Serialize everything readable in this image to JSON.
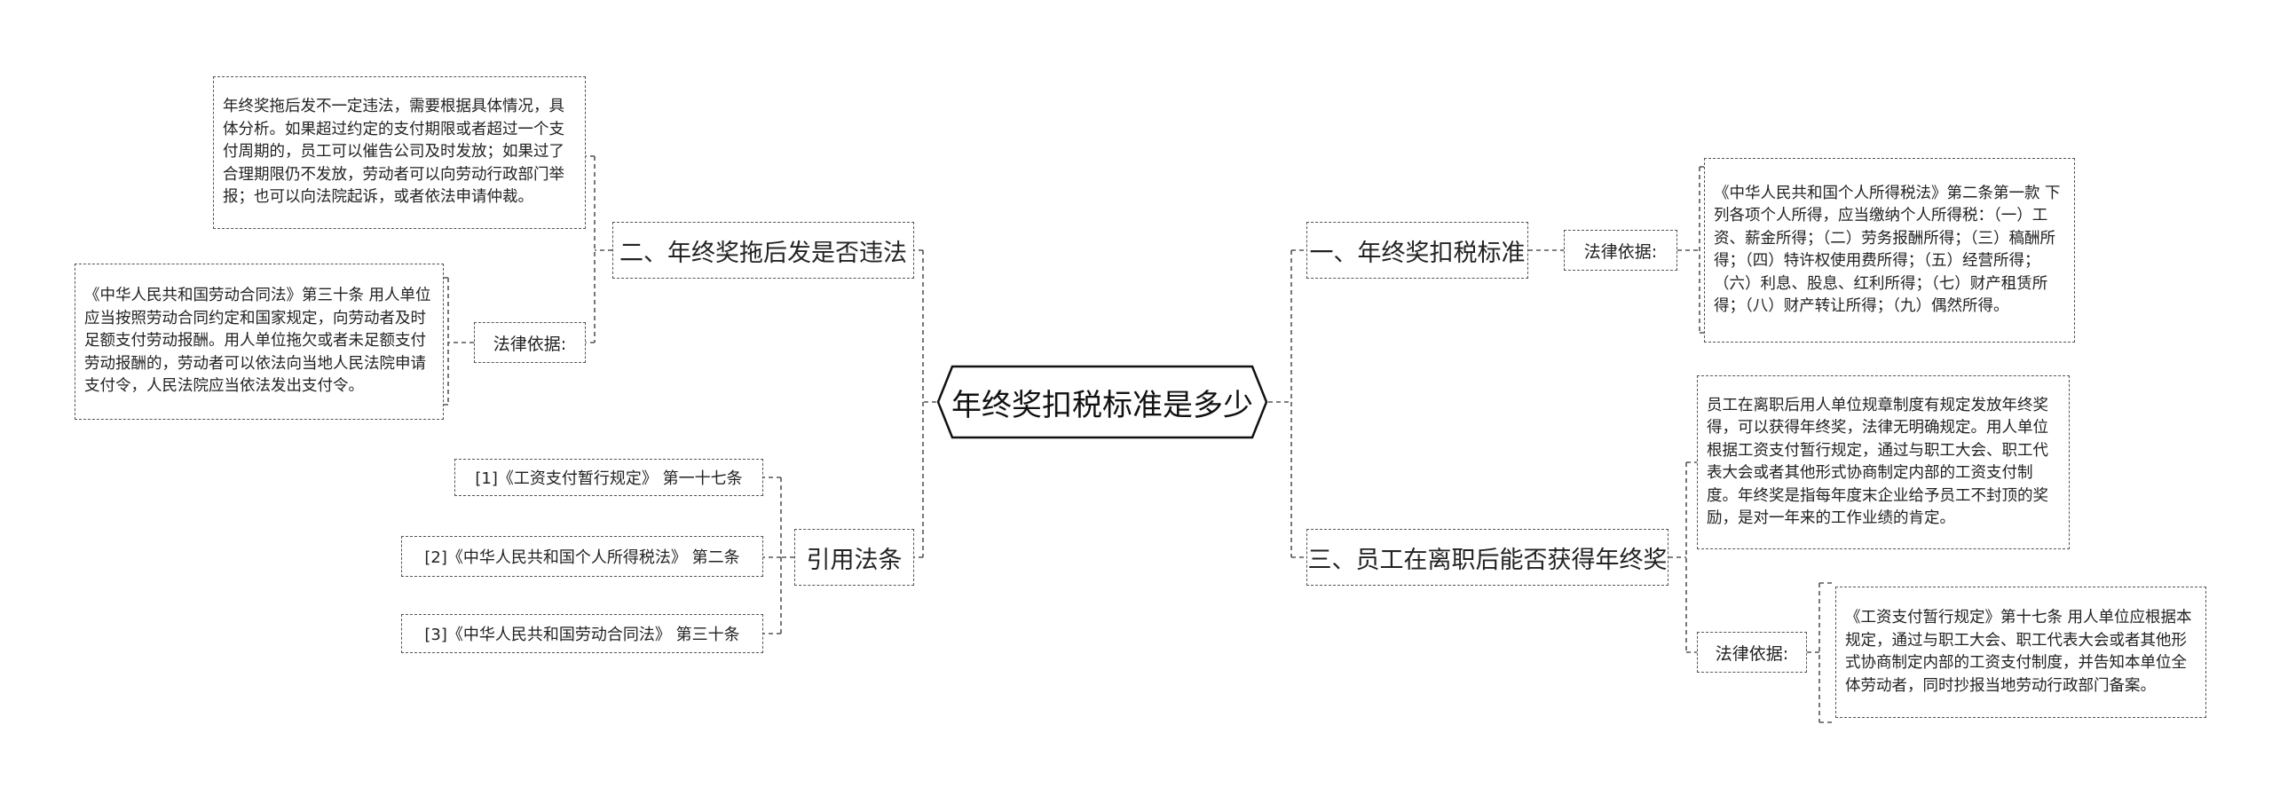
{
  "root": {
    "title": "年终奖扣税标准是多少"
  },
  "branches": {
    "b1": {
      "label": "一、年终奖扣税标准",
      "basis_label": "法律依据:",
      "basis_text": "《中华人民共和国个人所得税法》第二条第一款 下列各项个人所得，应当缴纳个人所得税：（一）工资、薪金所得；（二）劳务报酬所得；（三）稿酬所得；（四）特许权使用费所得；（五）经营所得；（六）利息、股息、红利所得；（七）财产租赁所得；（八）财产转让所得；（九）偶然所得。"
    },
    "b2": {
      "label": "二、年终奖拖后发是否违法",
      "text": "年终奖拖后发不一定违法，需要根据具体情况，具体分析。如果超过约定的支付期限或者超过一个支付周期的，员工可以催告公司及时发放；如果过了合理期限仍不发放，劳动者可以向劳动行政部门举报；也可以向法院起诉，或者依法申请仲裁。",
      "basis_label": "法律依据:",
      "basis_text": "《中华人民共和国劳动合同法》第三十条 用人单位应当按照劳动合同约定和国家规定，向劳动者及时足额支付劳动报酬。用人单位拖欠或者未足额支付劳动报酬的，劳动者可以依法向当地人民法院申请支付令，人民法院应当依法发出支付令。"
    },
    "b3": {
      "label": "三、员工在离职后能否获得年终奖",
      "text": "员工在离职后用人单位规章制度有规定发放年终奖得，可以获得年终奖，法律无明确规定。用人单位根据工资支付暂行规定，通过与职工大会、职工代表大会或者其他形式协商制定内部的工资支付制度。年终奖是指每年度末企业给予员工不封顶的奖励，是对一年来的工作业绩的肯定。",
      "basis_label": "法律依据:",
      "basis_text": "《工资支付暂行规定》第十七条 用人单位应根据本规定，通过与职工大会、职工代表大会或者其他形式协商制定内部的工资支付制度，并告知本单位全体劳动者，同时抄报当地劳动行政部门备案。"
    },
    "refs": {
      "label": "引用法条",
      "items": [
        "[1]《工资支付暂行规定》 第一十七条",
        "[2]《中华人民共和国个人所得税法》 第二条",
        "[3]《中华人民共和国劳动合同法》 第三十条"
      ]
    }
  },
  "colors": {
    "line": "#555555",
    "border": "#555555",
    "text": "#222222"
  }
}
